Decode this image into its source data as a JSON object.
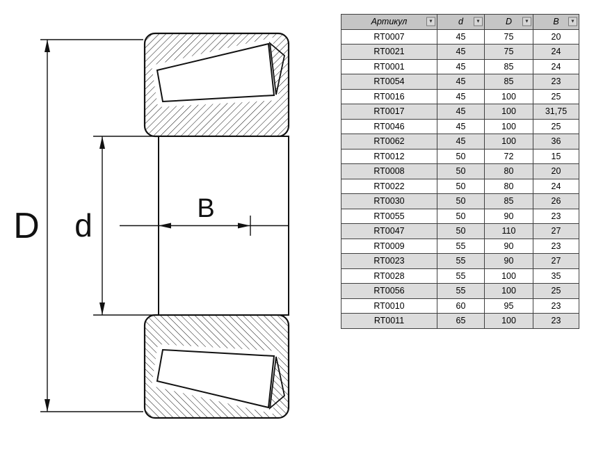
{
  "drawing": {
    "labels": {
      "outer_diameter": "D",
      "bore_diameter": "d",
      "width": "B"
    }
  },
  "table": {
    "columns": [
      "Артикул",
      "d",
      "D",
      "B"
    ],
    "filter_icon": "▼",
    "rows": [
      [
        "RT0007",
        "45",
        "75",
        "20"
      ],
      [
        "RT0021",
        "45",
        "75",
        "24"
      ],
      [
        "RT0001",
        "45",
        "85",
        "24"
      ],
      [
        "RT0054",
        "45",
        "85",
        "23"
      ],
      [
        "RT0016",
        "45",
        "100",
        "25"
      ],
      [
        "RT0017",
        "45",
        "100",
        "31,75"
      ],
      [
        "RT0046",
        "45",
        "100",
        "25"
      ],
      [
        "RT0062",
        "45",
        "100",
        "36"
      ],
      [
        "RT0012",
        "50",
        "72",
        "15"
      ],
      [
        "RT0008",
        "50",
        "80",
        "20"
      ],
      [
        "RT0022",
        "50",
        "80",
        "24"
      ],
      [
        "RT0030",
        "50",
        "85",
        "26"
      ],
      [
        "RT0055",
        "50",
        "90",
        "23"
      ],
      [
        "RT0047",
        "50",
        "110",
        "27"
      ],
      [
        "RT0009",
        "55",
        "90",
        "23"
      ],
      [
        "RT0023",
        "55",
        "90",
        "27"
      ],
      [
        "RT0028",
        "55",
        "100",
        "35"
      ],
      [
        "RT0056",
        "55",
        "100",
        "25"
      ],
      [
        "RT0010",
        "60",
        "95",
        "23"
      ],
      [
        "RT0011",
        "65",
        "100",
        "23"
      ]
    ]
  },
  "colors": {
    "header_bg": "#c5c5c5",
    "alt_row_bg": "#dcdcdc",
    "grid": "#3f3f3f",
    "line": "#111111"
  }
}
